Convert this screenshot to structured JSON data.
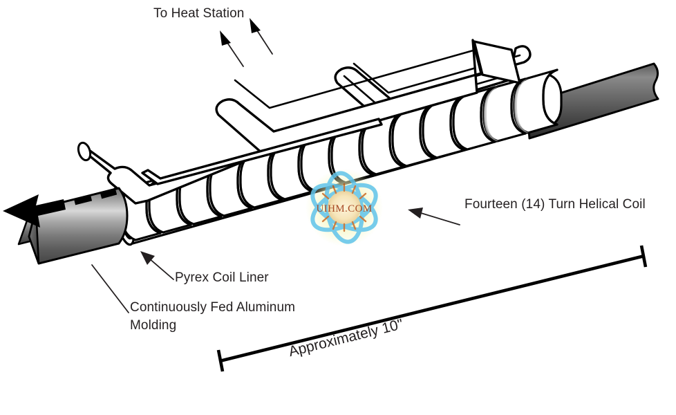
{
  "diagram": {
    "title_label": "To Heat Station",
    "labels": {
      "heat_station": "To Heat Station",
      "helical_coil": "Fourteen (14) Turn Helical Coil",
      "pyrex_liner": "Pyrex Coil Liner",
      "aluminum_line1": "Continuously Fed Aluminum",
      "aluminum_line2": "Molding",
      "dimension": "Approximately 10\""
    },
    "watermark": {
      "text": "UIHM.COM",
      "orbit_color": "#63c4e8",
      "glow_color": "#eef2a8",
      "burst_color": "#c9661f",
      "text_color": "#a03a10"
    },
    "colors": {
      "ink": "#000000",
      "text": "#231f20",
      "background": "#ffffff",
      "coil_fill": "#ffffff",
      "aluminum_light": "#f2f2f2",
      "aluminum_mid": "#8f8f8f",
      "aluminum_dark": "#3a3a3a"
    },
    "geometry": {
      "turn_count": 14,
      "dimension_value": "10\"",
      "lead_tube_count": 2
    }
  }
}
